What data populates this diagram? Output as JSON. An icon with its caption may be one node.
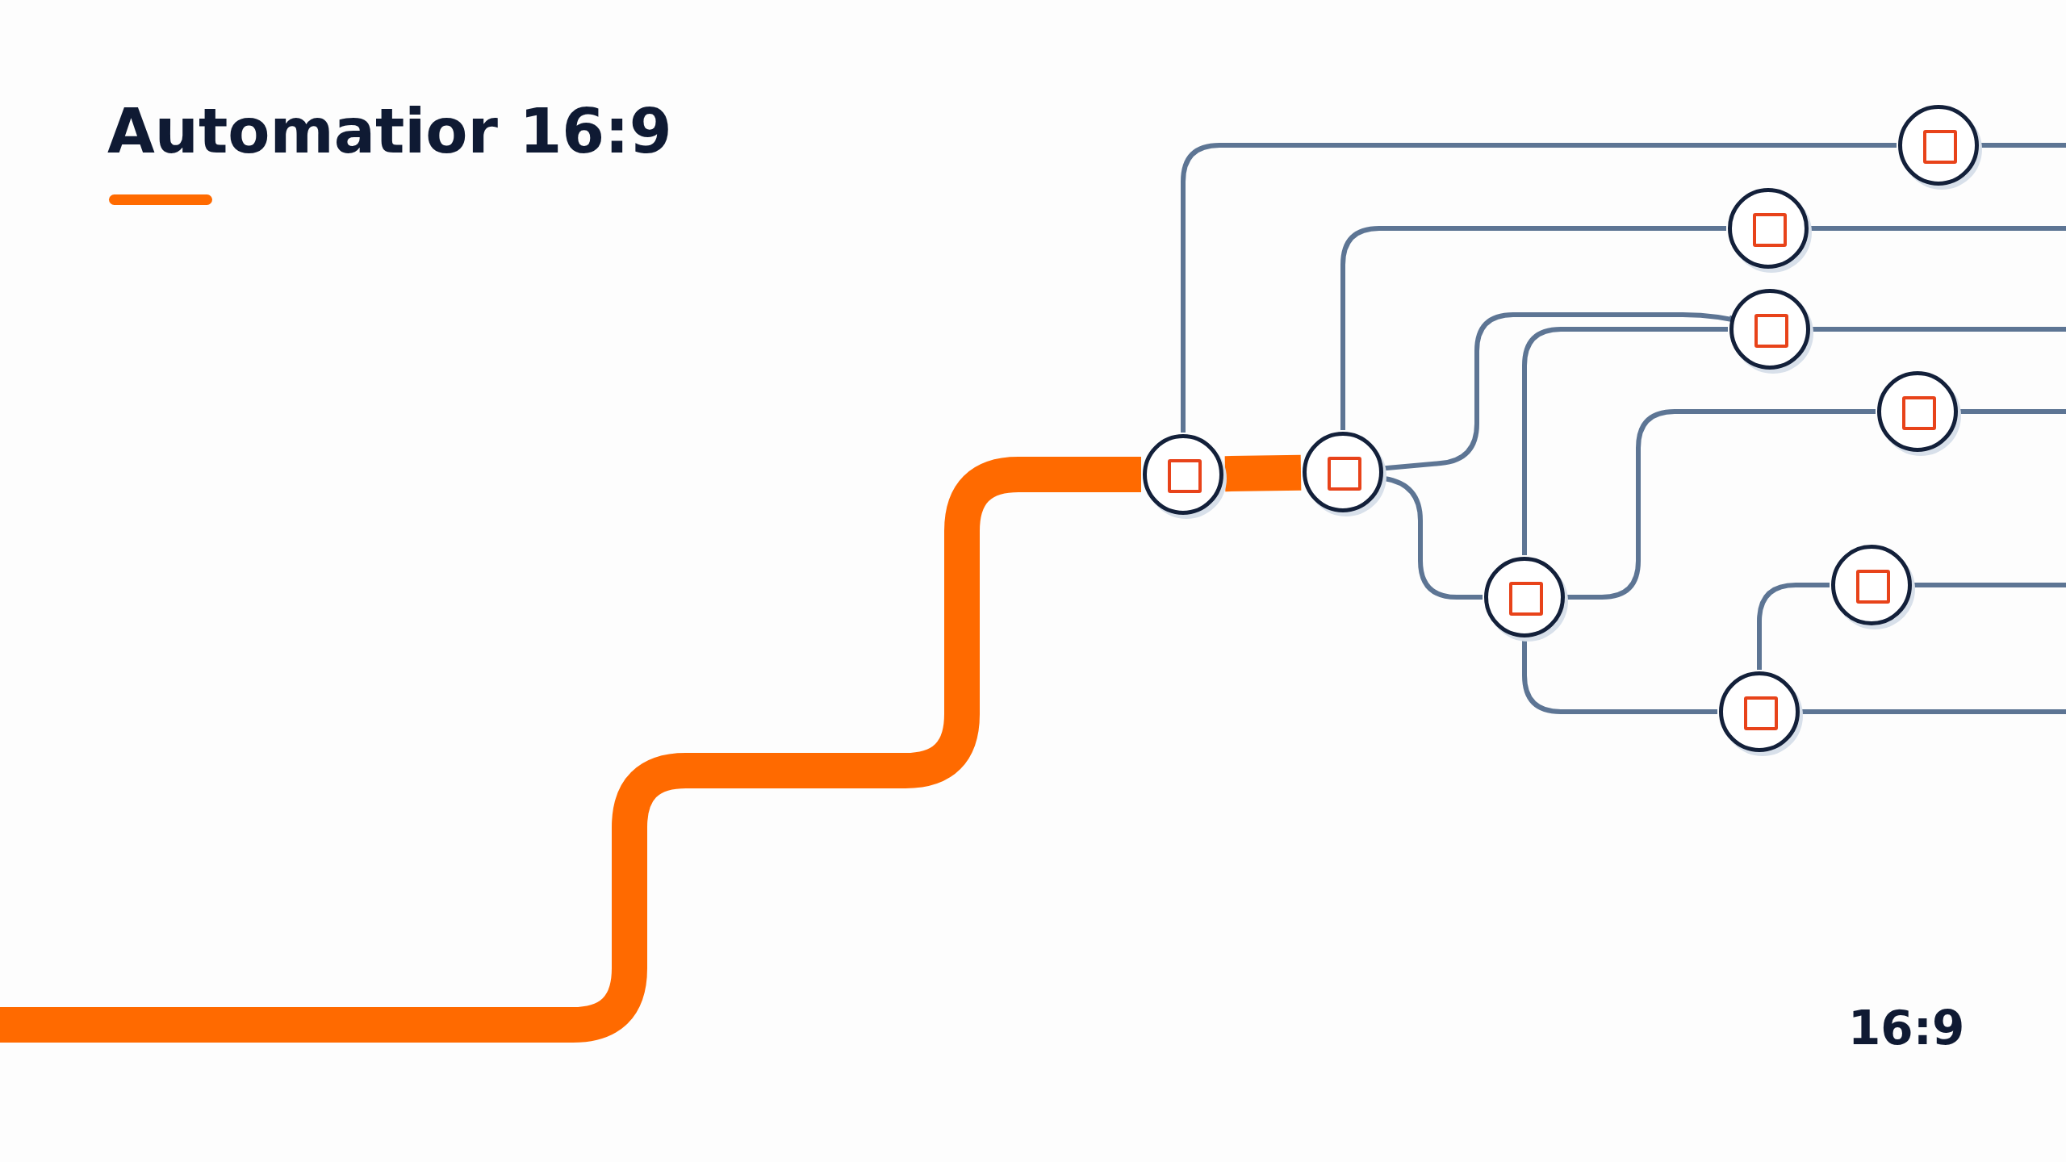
{
  "diagram": {
    "title": "Automatior 16:9",
    "nodes": [
      {
        "text": [],
        "shape": "circle"
      },
      {
        "text": [],
        "shape": "circle"
      },
      {
        "text": [],
        "shape": "circle"
      },
      {
        "text": [],
        "shape": "circle"
      },
      {
        "text": [],
        "shape": "circle"
      },
      {
        "text": [],
        "shape": "circle"
      },
      {
        "text": [],
        "shape": "circle"
      },
      {
        "text": [],
        "shape": "circle"
      },
      {
        "text": [],
        "shape": "circle"
      }
    ],
    "edges": [
      {
        "from": null,
        "to": 0,
        "arrow": "none",
        "style": "thick",
        "color": "#ff6a00"
      },
      {
        "from": 0,
        "to": 1,
        "arrow": "none",
        "style": "thick",
        "color": "#ff6a00"
      },
      {
        "from": 0,
        "to": 3,
        "arrow": "none"
      },
      {
        "from": 1,
        "to": 4,
        "arrow": "none"
      },
      {
        "from": 1,
        "to": 2,
        "arrow": "none"
      },
      {
        "from": 1,
        "to": 5,
        "arrow": "none"
      },
      {
        "from": 2,
        "to": 5,
        "arrow": "none"
      },
      {
        "from": 2,
        "to": 6,
        "arrow": "none"
      },
      {
        "from": 2,
        "to": 8,
        "arrow": "none"
      },
      {
        "from": 8,
        "to": 7,
        "arrow": "none"
      },
      {
        "from": 3,
        "to": null,
        "arrow": "none"
      },
      {
        "from": 4,
        "to": null,
        "arrow": "none"
      },
      {
        "from": 5,
        "to": null,
        "arrow": "none"
      },
      {
        "from": 6,
        "to": null,
        "arrow": "none"
      },
      {
        "from": 7,
        "to": null,
        "arrow": "none"
      },
      {
        "from": 8,
        "to": null,
        "arrow": "none"
      }
    ],
    "labels": [
      "16:9"
    ]
  }
}
